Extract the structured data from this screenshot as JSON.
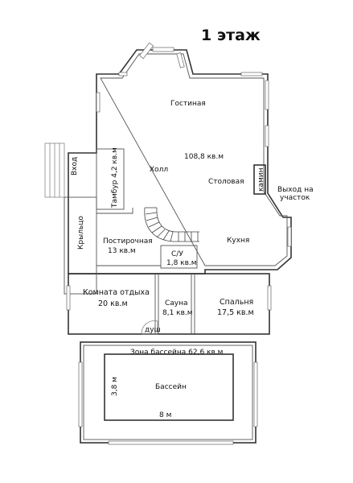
{
  "title": "1 этаж",
  "rooms": {
    "living": "Гостиная",
    "total_area": "108,8 кв.м",
    "hall": "Холл",
    "dining": "Столовая",
    "kitchen": "Кухня",
    "fireplace": "камин",
    "exit_line1": "Выход на",
    "exit_line2": "участок",
    "entrance": "Вход",
    "porch": "Крыльцо",
    "vestibule": "Тамбур 4,2 кв.м",
    "laundry": "Постирочная",
    "laundry_area": "13 кв.м",
    "wc": "С/У",
    "wc_area": "1,8 кв.м",
    "rest": "Комната отдыха",
    "rest_area": "20 кв.м",
    "sauna": "Сауна",
    "sauna_area": "8,1 кв.м",
    "shower": "душ",
    "bedroom": "Спальня",
    "bedroom_area": "17,5 кв.м",
    "pool_zone": "Зона бассейна 62,6 кв.м",
    "pool": "Бассейн",
    "pool_width": "3,8 м",
    "pool_length": "8 м"
  }
}
